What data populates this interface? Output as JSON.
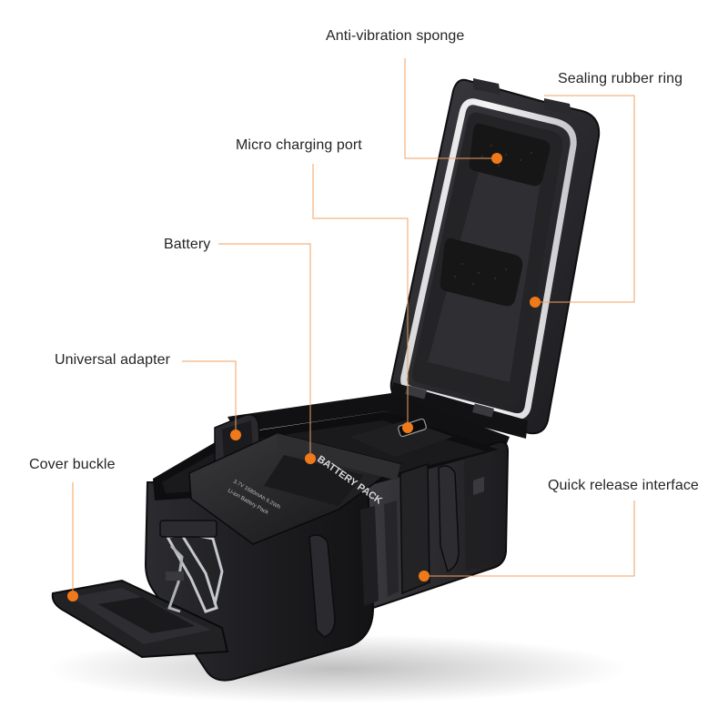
{
  "labels": {
    "anti_vibration_sponge": "Anti-vibration sponge",
    "sealing_rubber_ring": "Sealing rubber ring",
    "micro_charging_port": "Micro charging port",
    "battery": "Battery",
    "universal_adapter": "Universal adapter",
    "cover_buckle": "Cover buckle",
    "quick_release_interface": "Quick release interface"
  },
  "battery_print": {
    "title": "BATTERY PACK",
    "spec_line_1": "3.7V 1680mAh 6.2Wh",
    "spec_line_2": "Li-ion Battery Pack"
  },
  "colors": {
    "accent": "#f07a1a",
    "line": "#f2a060",
    "case": "#1b1b1d",
    "case_mid": "#2b2b2e",
    "case_light": "#3a3a3e",
    "seal": "#e9e9ea",
    "sponge": "#1a1a1a",
    "metal": "#b9bcc0"
  }
}
